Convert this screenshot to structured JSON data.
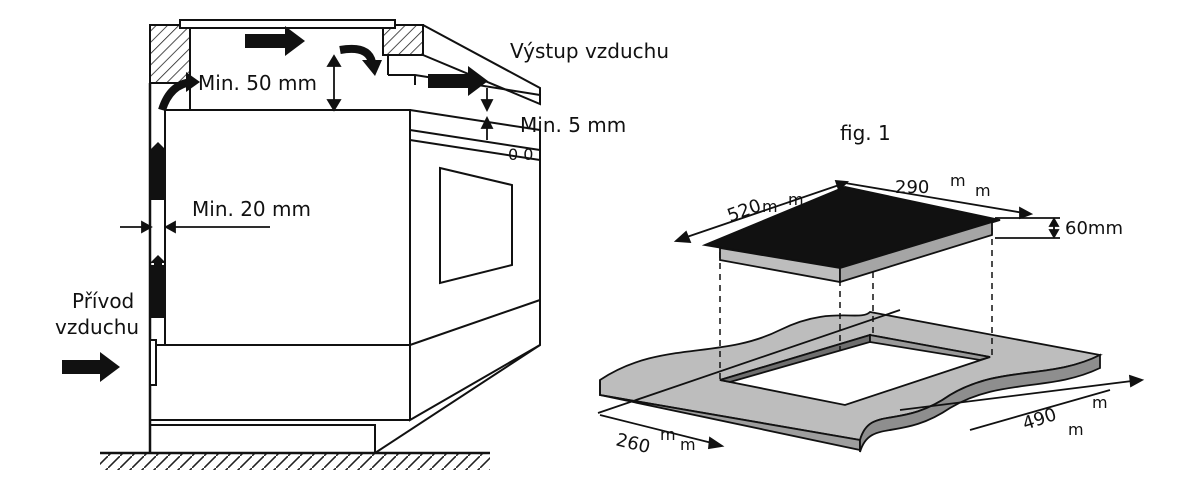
{
  "left_diagram": {
    "air_outlet": "Výstup vzduchu",
    "min_top": "Min. 50 mm",
    "min_gap": "Min. 5 mm",
    "min_side": "Min. 20 mm",
    "air_inlet_line1": "Přívod",
    "air_inlet_line2": "vzduchu",
    "knobs": "0 0"
  },
  "right_diagram": {
    "fig_label": "fig. 1",
    "hob_width": "520",
    "hob_depth": "290",
    "hob_height": "60mm",
    "cutout_depth": "260",
    "cutout_width": "490",
    "unit_m": "m"
  }
}
